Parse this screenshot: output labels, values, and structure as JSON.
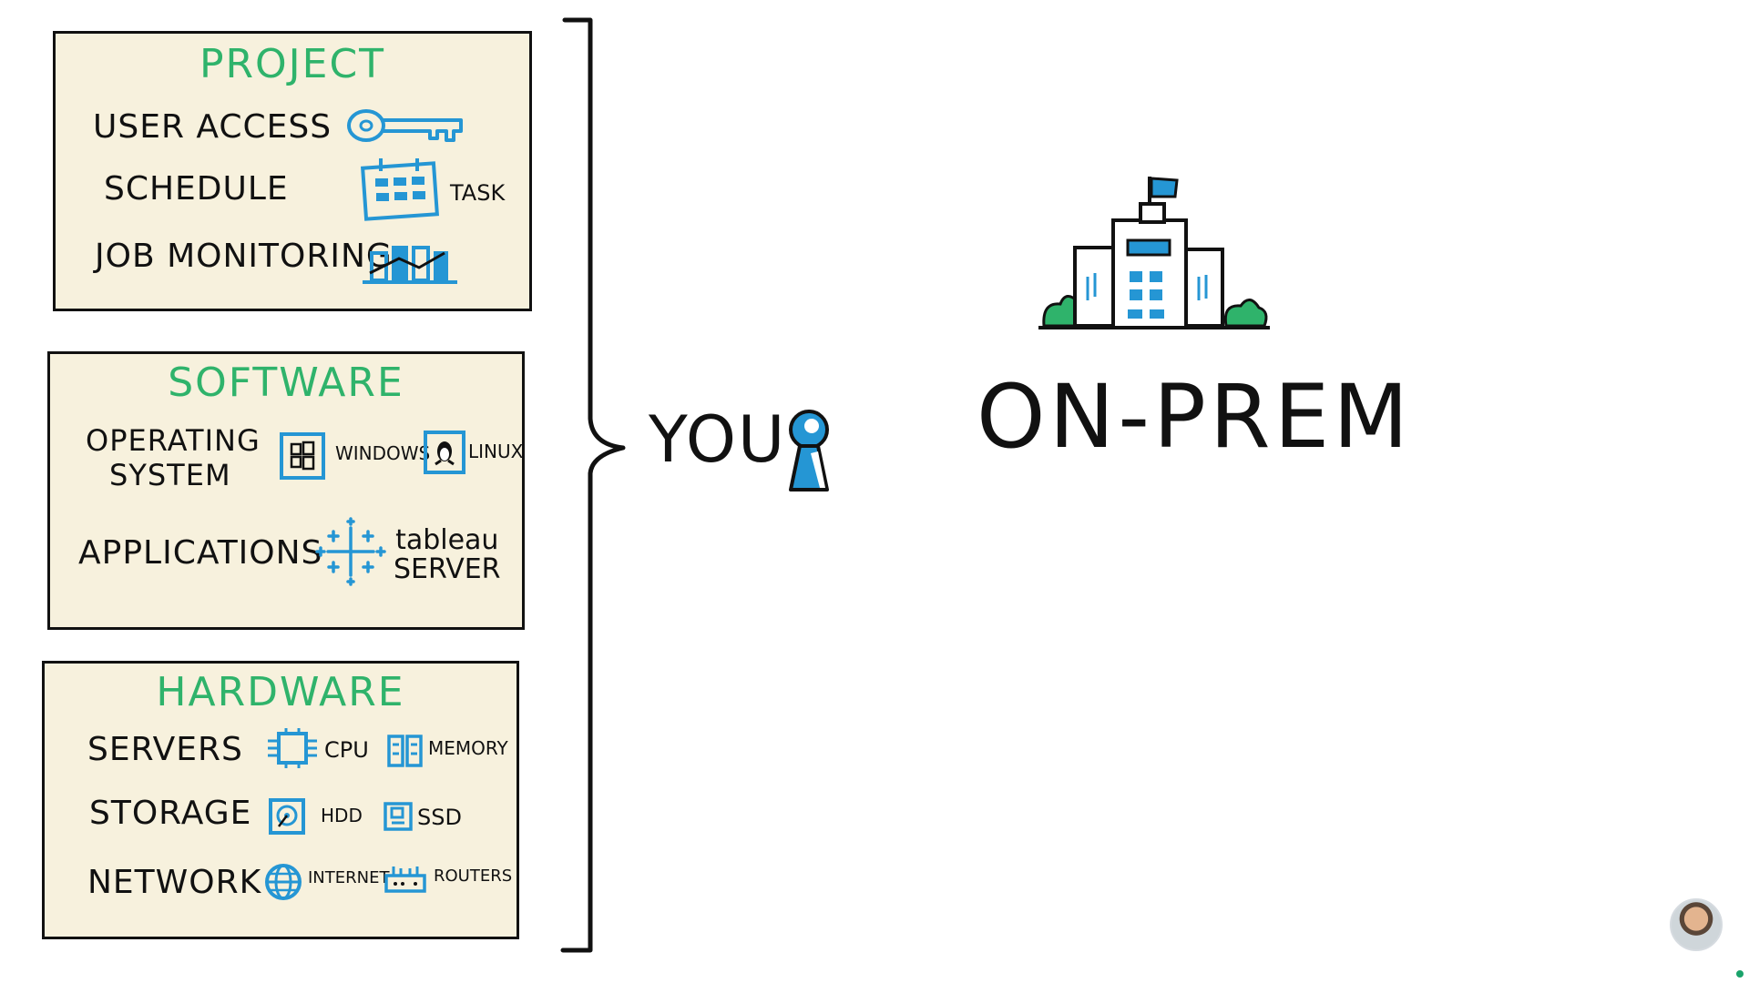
{
  "colors": {
    "title_green": "#2fb36b",
    "icon_blue": "#2596d4",
    "panel_bg": "#f7f1dd",
    "ink": "#111111"
  },
  "project": {
    "title": "PROJECT",
    "rows": [
      {
        "label": "USER ACCESS",
        "icon": "key-icon"
      },
      {
        "label": "SCHEDULE",
        "icon": "calendar-icon",
        "tag": "TASK"
      },
      {
        "label": "JOB MONITORING",
        "icon": "bar-chart-icon"
      }
    ]
  },
  "software": {
    "title": "SOFTWARE",
    "os_label_line1": "OPERATING",
    "os_label_line2": "SYSTEM",
    "windows_label": "WINDOWS",
    "linux_label": "LINUX",
    "applications_label": "APPLICATIONS",
    "tableau_line1": "tableau",
    "tableau_line2": "SERVER"
  },
  "hardware": {
    "title": "HARDWARE",
    "servers_label": "SERVERS",
    "cpu_label": "CPU",
    "memory_label": "MEMORY",
    "storage_label": "STORAGE",
    "hdd_label": "HDD",
    "ssd_label": "SSD",
    "network_label": "NETWORK",
    "internet_label": "INTERNET",
    "routers_label": "ROUTERS"
  },
  "you": {
    "label": "YOU"
  },
  "onprem": {
    "label": "ON-PREM"
  }
}
